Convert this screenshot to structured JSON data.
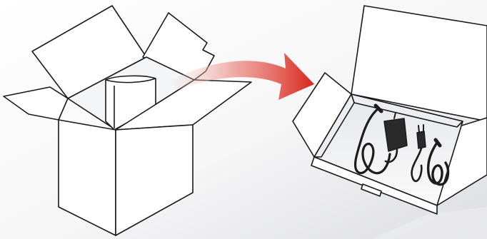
{
  "colors": {
    "background_start": "#ffffff",
    "background_end": "#dcdde1",
    "outline": "#1a1a1a",
    "box_fill": "#ffffff",
    "box_inner_shadow": "#f0f1f3",
    "arrow_start": "#f2d4d0",
    "arrow_end": "#d9251c",
    "cable": "#1c1c1c",
    "adapter": "#2a2a2a"
  },
  "illustration": {
    "left_item": {
      "name": "shipping-box",
      "state": "open",
      "contains": "foam-insert"
    },
    "arrow": {
      "name": "curved-arrow",
      "direction": "left-to-right"
    },
    "right_item": {
      "name": "accessory-tray",
      "state": "open",
      "contents": [
        "power-adapter",
        "coiled-cable",
        "plug-adapter",
        "bundled-cable"
      ]
    }
  }
}
